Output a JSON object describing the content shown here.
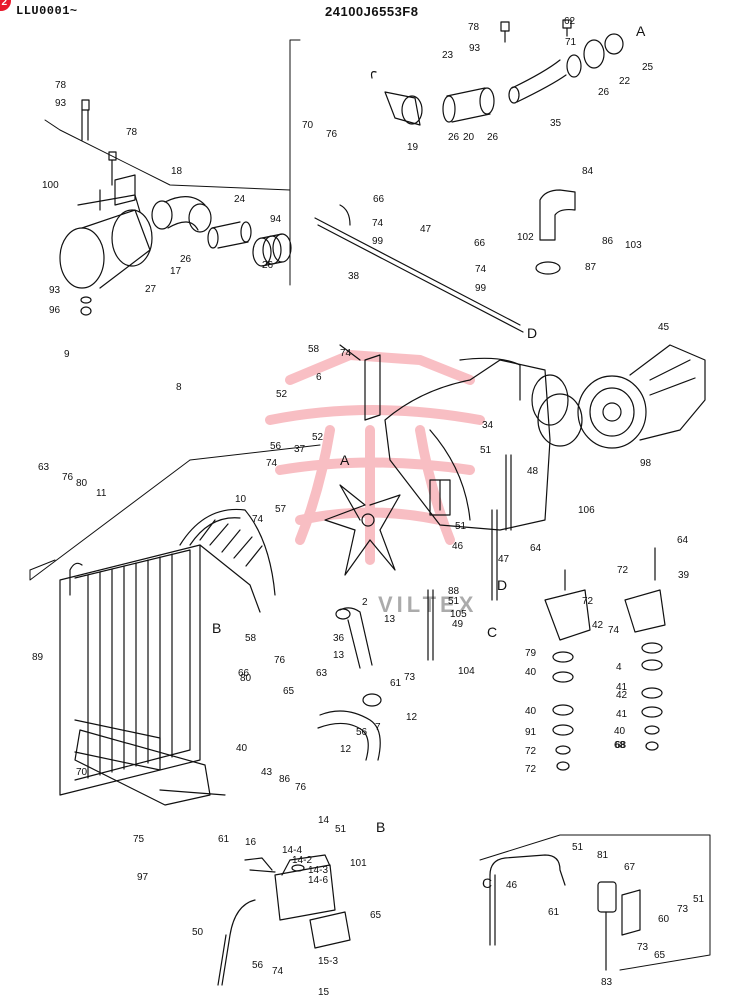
{
  "header": {
    "sheet_code": "LLU0001~",
    "drawing_number": "24100J6553F8",
    "badge": "2"
  },
  "watermark": {
    "text": "VILTEX",
    "color": "#e8192c"
  },
  "colors": {
    "line": "#111111",
    "watermark": "#e8192c",
    "badge": "#e8192c"
  },
  "reference_letters": [
    "A",
    "B",
    "C",
    "D"
  ],
  "callouts": [
    "78",
    "93",
    "100",
    "78",
    "18",
    "24",
    "94",
    "26",
    "26",
    "17",
    "27",
    "93",
    "96",
    "78",
    "62",
    "93",
    "71",
    "23",
    "70",
    "76",
    "19",
    "26",
    "20",
    "26",
    "35",
    "22",
    "26",
    "25",
    "66",
    "74",
    "99",
    "47",
    "66",
    "74",
    "99",
    "84",
    "102",
    "87",
    "86",
    "103",
    "38",
    "58",
    "74",
    "45",
    "9",
    "8",
    "52",
    "6",
    "52",
    "37",
    "34",
    "51",
    "48",
    "98",
    "106",
    "63",
    "76",
    "80",
    "11",
    "56",
    "74",
    "74",
    "57",
    "10",
    "51",
    "46",
    "47",
    "64",
    "64",
    "72",
    "39",
    "72",
    "89",
    "36",
    "2",
    "13",
    "13",
    "88",
    "51",
    "105",
    "49",
    "104",
    "79",
    "40",
    "42",
    "74",
    "58",
    "66",
    "80",
    "76",
    "63",
    "61",
    "73",
    "65",
    "12",
    "56",
    "7",
    "12",
    "4",
    "41",
    "40",
    "42",
    "41",
    "40",
    "43",
    "86",
    "76",
    "70",
    "91",
    "40",
    "72",
    "68",
    "72",
    "68",
    "75",
    "97",
    "61",
    "16",
    "14",
    "51",
    "14-4",
    "14-2",
    "14-3",
    "14-6",
    "101",
    "65",
    "50",
    "56",
    "74",
    "15-3",
    "15",
    "51",
    "81",
    "67",
    "46",
    "61",
    "60",
    "73",
    "51",
    "73",
    "65",
    "83"
  ]
}
